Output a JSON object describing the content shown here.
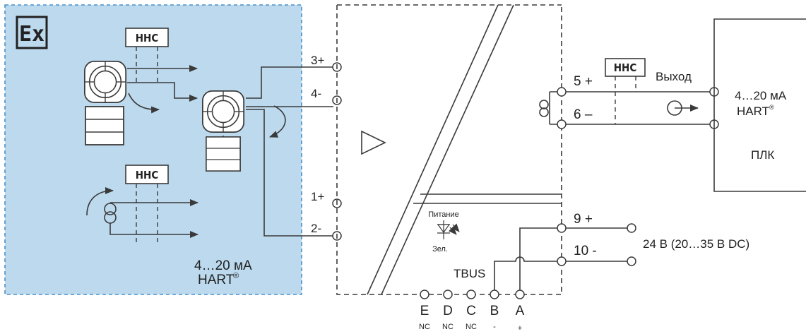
{
  "colors": {
    "hazard_zone_fill": "#bcd9ee",
    "hazard_zone_border": "#4a90c8",
    "line": "#3a3a3a"
  },
  "hazard_zone": {
    "ex_mark": "Ex",
    "hnc_top": "HHC",
    "hnc_bottom": "HHC",
    "signal": "4…20 мА",
    "protocol": "HART",
    "reg": "®"
  },
  "input_terminals": [
    {
      "label": "3+"
    },
    {
      "label": "4-"
    },
    {
      "label": "1+"
    },
    {
      "label": "2-"
    }
  ],
  "output": {
    "terminal_5": "5 +",
    "terminal_6": "6 –",
    "hnc": "HHC",
    "output_label": "Выход"
  },
  "plc": {
    "signal": "4…20 мА",
    "protocol": "HART",
    "reg": "®",
    "name": "ПЛК"
  },
  "power": {
    "indicator_label": "Питание",
    "indicator_color": "Зел.",
    "bus_label": "TBUS",
    "terminal_9": "9  +",
    "terminal_10": "10 -",
    "supply": "24 В (20…35 В DC)"
  },
  "bus_terminals": [
    {
      "letter": "E",
      "note": "NC"
    },
    {
      "letter": "D",
      "note": "NC"
    },
    {
      "letter": "C",
      "note": "NC"
    },
    {
      "letter": "B",
      "note": "-"
    },
    {
      "letter": "A",
      "note": "+"
    }
  ]
}
